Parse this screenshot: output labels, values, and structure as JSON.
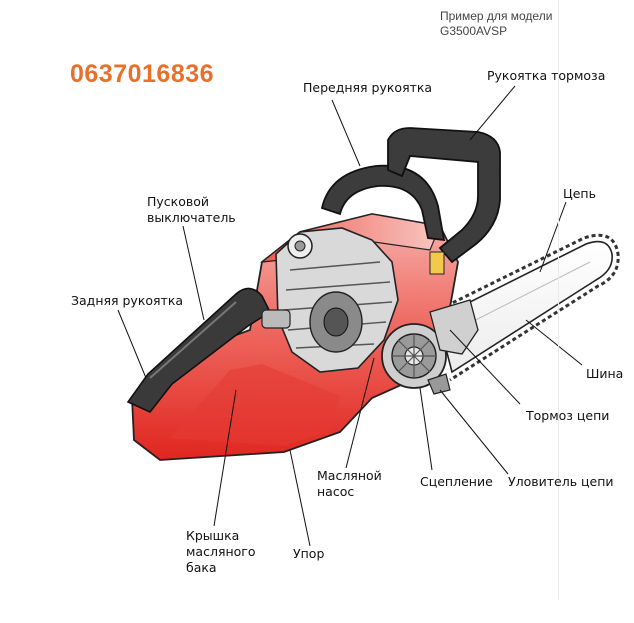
{
  "phone": "0637016836",
  "model_note": [
    "Пример для модели",
    "G3500AVSP"
  ],
  "labels": {
    "front_handle": "Передняя рукоятка",
    "brake_handle": "Рукоятка тормоза",
    "start_switch": [
      "Пусковой",
      "выключатель"
    ],
    "chain": "Цепь",
    "rear_handle": "Задняя рукоятка",
    "bar": "Шина",
    "chain_brake": "Тормоз цепи",
    "oil_pump": [
      "Масляной",
      "насос"
    ],
    "clutch": "Сцепление",
    "chain_catcher": "Уловитель цепи",
    "oil_tank_cap": [
      "Крышка",
      "масляного",
      "бака"
    ],
    "stop": "Упор"
  },
  "colors": {
    "body_red": "#e8322c",
    "handle_dark": "#3c3c3c",
    "phone_orange": "#e8702a"
  }
}
